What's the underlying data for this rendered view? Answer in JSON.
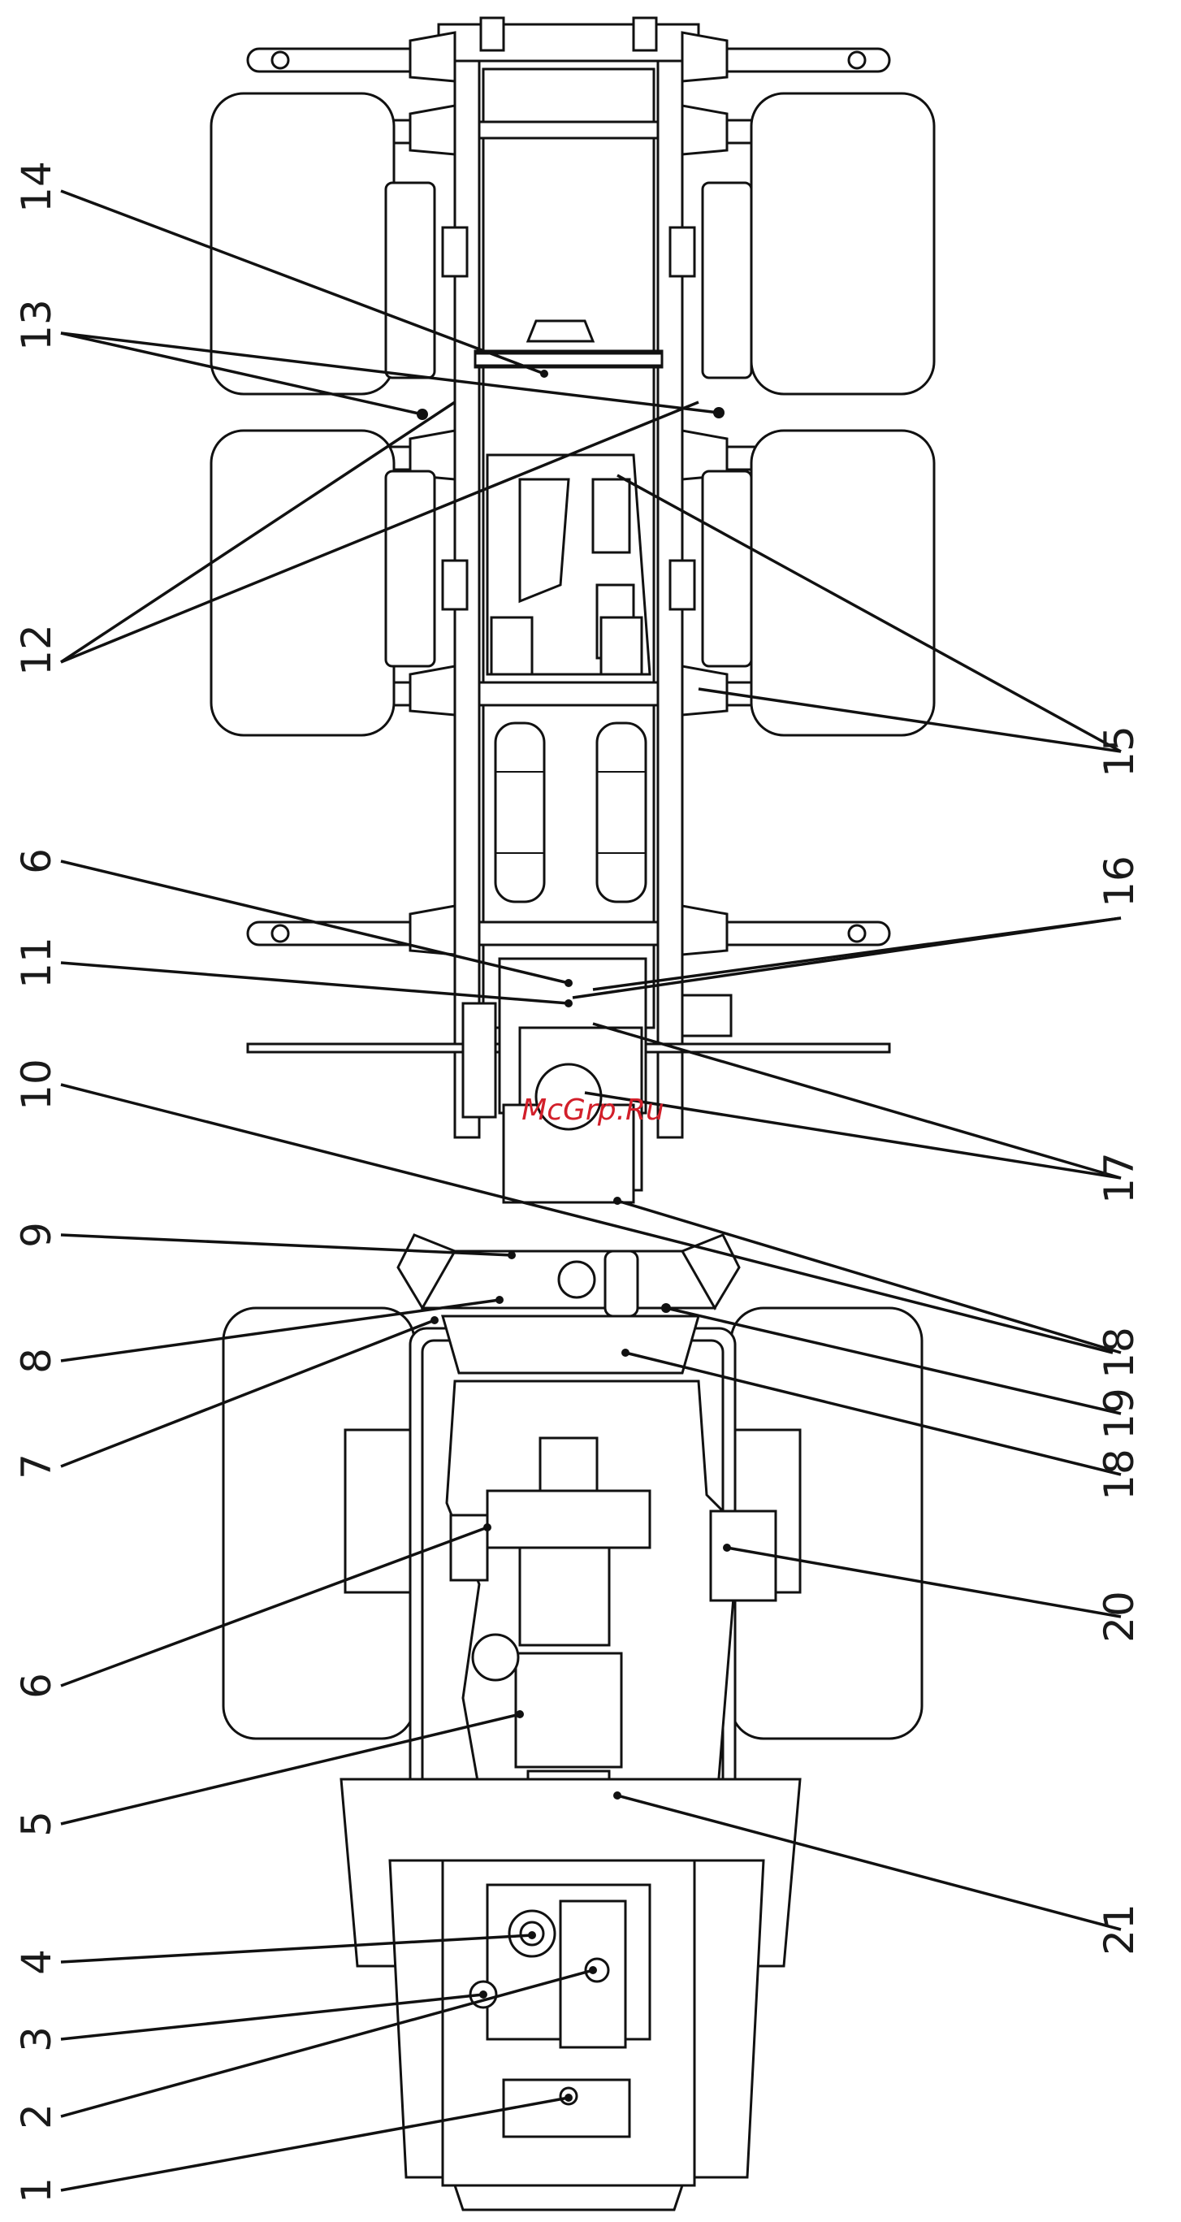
{
  "diagram": {
    "callouts": [
      {
        "id": "1",
        "text": "1"
      },
      {
        "id": "2",
        "text": "2"
      },
      {
        "id": "3",
        "text": "3"
      },
      {
        "id": "4",
        "text": "4"
      },
      {
        "id": "5",
        "text": "5"
      },
      {
        "id": "6a",
        "text": "6"
      },
      {
        "id": "7",
        "text": "7"
      },
      {
        "id": "8",
        "text": "8"
      },
      {
        "id": "9",
        "text": "9"
      },
      {
        "id": "10",
        "text": "10"
      },
      {
        "id": "11",
        "text": "11"
      },
      {
        "id": "6b",
        "text": "6"
      },
      {
        "id": "12",
        "text": "12"
      },
      {
        "id": "13",
        "text": "13"
      },
      {
        "id": "14",
        "text": "14"
      },
      {
        "id": "15",
        "text": "15"
      },
      {
        "id": "16",
        "text": "16"
      },
      {
        "id": "17",
        "text": "17"
      },
      {
        "id": "18a",
        "text": "18"
      },
      {
        "id": "19",
        "text": "19"
      },
      {
        "id": "18b",
        "text": "18"
      },
      {
        "id": "20",
        "text": "20"
      },
      {
        "id": "21",
        "text": "21"
      }
    ],
    "watermark": "McGrp.Ru"
  }
}
